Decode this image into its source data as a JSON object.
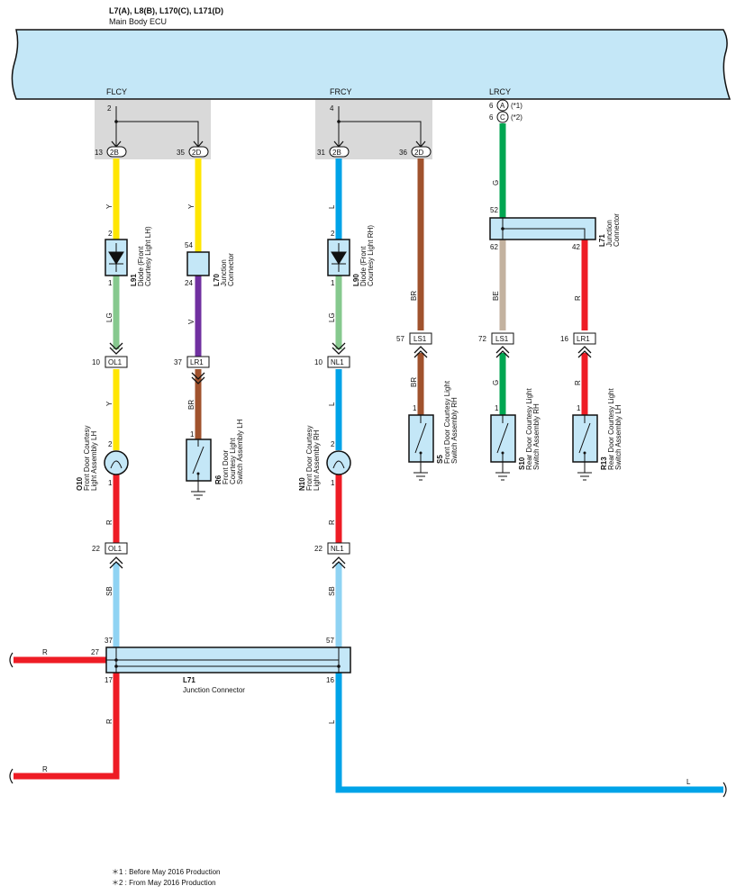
{
  "ecu": {
    "codes": "L7(A), L8(B), L170(C), L171(D)",
    "name": "Main Body ECU",
    "terminals": [
      {
        "name": "FLCY",
        "pin": "2"
      },
      {
        "name": "FRCY",
        "pin": "4"
      },
      {
        "name": "LRCY",
        "pin_a": "6",
        "conn_a": "A",
        "note_a": "(*1)",
        "pin_c": "6",
        "conn_c": "C",
        "note_c": "(*2)"
      }
    ]
  },
  "ecu_connectors": [
    {
      "pin": "13",
      "conn": "2B"
    },
    {
      "pin": "35",
      "conn": "2D"
    },
    {
      "pin": "31",
      "conn": "2B"
    },
    {
      "pin": "36",
      "conn": "2D"
    }
  ],
  "wire_colors": {
    "Y": "#ffe600",
    "LG": "#86c98e",
    "V": "#7030a0",
    "BR": "#a0522d",
    "L": "#00a3e8",
    "R": "#ee1c25",
    "SB": "#8fd3f3",
    "G": "#00a651",
    "BE": "#c3b29f"
  },
  "wire_labels": {
    "y": "Y",
    "lg": "LG",
    "v": "V",
    "br": "BR",
    "l": "L",
    "r": "R",
    "sb": "SB",
    "g": "G",
    "be": "BE"
  },
  "components": {
    "l91": {
      "code": "L91",
      "desc1": "Diode (Front",
      "desc2": "Courtesy Light LH)",
      "pin_top": "2",
      "pin_bot": "1"
    },
    "l90": {
      "code": "L90",
      "desc1": "Diode (Front",
      "desc2": "Courtesy Light RH)",
      "pin_top": "2",
      "pin_bot": "1"
    },
    "l70": {
      "code": "L70",
      "desc1": "Junction",
      "desc2": "Connector",
      "pin_top": "54",
      "pin_bot": "24"
    },
    "o10": {
      "code": "O10",
      "desc1": "Front Door Courtesy",
      "desc2": "Light Assembly LH",
      "pin_top": "2",
      "pin_bot": "1"
    },
    "n10": {
      "code": "N10",
      "desc1": "Front Door Courtesy",
      "desc2": "Light Assembly RH",
      "pin_top": "2",
      "pin_bot": "1"
    },
    "r6": {
      "code": "R6",
      "desc1": "Front Door",
      "desc2": "Courtesy Light",
      "desc3": "Switch Assembly LH",
      "pin": "1"
    },
    "s5": {
      "code": "S5",
      "desc1": "Front Door Courtesy Light",
      "desc2": "Switch Assembly RH",
      "pin": "1"
    },
    "s10": {
      "code": "S10",
      "desc1": "Rear Door Courtesy Light",
      "desc2": "Switch Assembly RH",
      "pin": "1"
    },
    "r13": {
      "code": "R13",
      "desc1": "Rear Door Courtesy Light",
      "desc2": "Switch Assembly LH",
      "pin": "1"
    },
    "l71_top": {
      "code": "L71",
      "desc1": "Junction",
      "desc2": "Connector",
      "pin_in": "52",
      "pin_left": "62",
      "pin_right": "42"
    },
    "l71_bottom": {
      "code": "L71",
      "desc": "Junction Connector",
      "pin_37": "37",
      "pin_57": "57",
      "pin_27": "27",
      "pin_17": "17",
      "pin_16": "16"
    }
  },
  "inline_connectors": [
    {
      "pin": "10",
      "conn": "OL1"
    },
    {
      "pin": "37",
      "conn": "LR1"
    },
    {
      "pin": "10",
      "conn": "NL1"
    },
    {
      "pin": "57",
      "conn": "LS1"
    },
    {
      "pin": "72",
      "conn": "LS1"
    },
    {
      "pin": "16",
      "conn": "LR1"
    },
    {
      "pin": "22",
      "conn": "OL1"
    },
    {
      "pin": "22",
      "conn": "NL1"
    }
  ],
  "footnotes": [
    "＊1 : Before May 2016 Production",
    "＊2 : From May 2016 Production"
  ]
}
